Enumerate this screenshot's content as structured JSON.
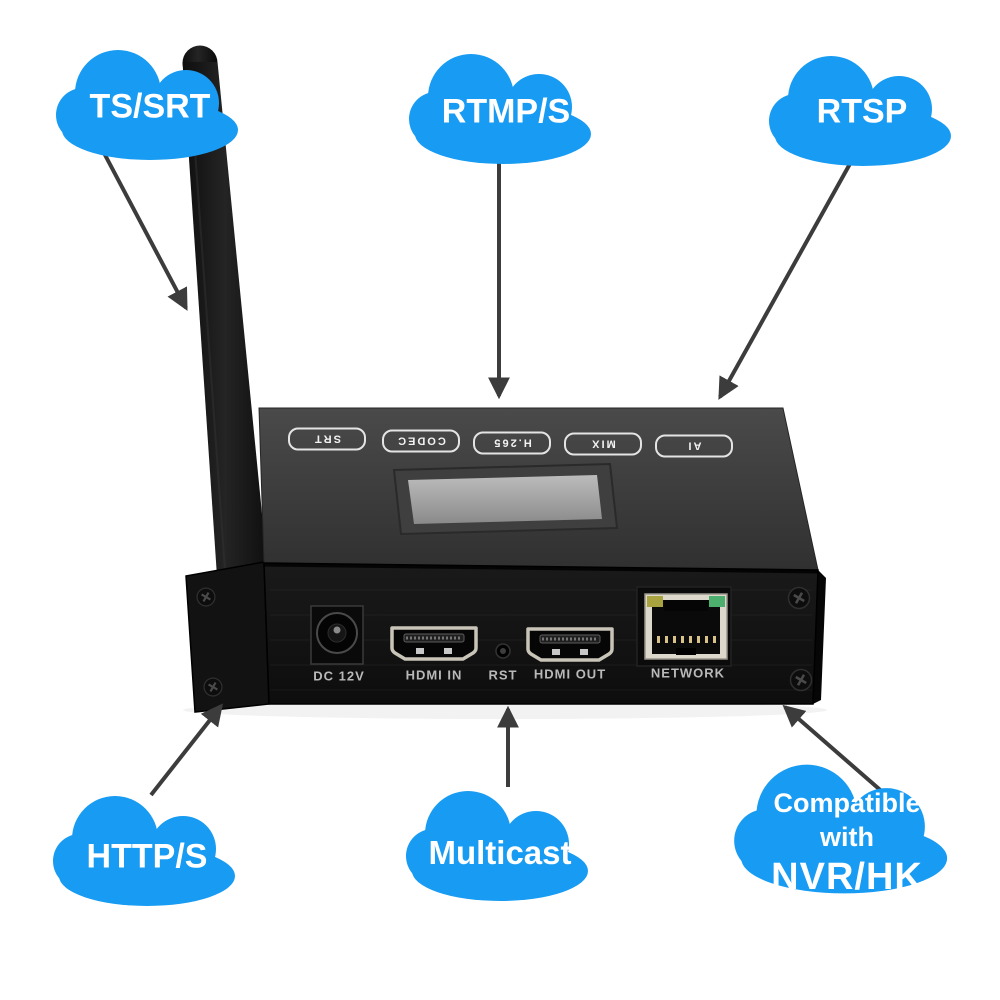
{
  "clouds": {
    "ts_srt": "TS/SRT",
    "rtmp_s": "RTMP/S",
    "rtsp": "RTSP",
    "http_s": "HTTP/S",
    "multicast": "Multicast",
    "compatible_line1": "Compatible",
    "compatible_line2": "with",
    "compatible_line3": "NVR/HK"
  },
  "device": {
    "top_badges": [
      {
        "label": "SRT"
      },
      {
        "label": "CODEC"
      },
      {
        "label": "H.265"
      },
      {
        "label": "MIX"
      },
      {
        "label": "AI"
      }
    ],
    "ports": [
      {
        "label": "DC 12V"
      },
      {
        "label": "HDMI IN"
      },
      {
        "label": "RST"
      },
      {
        "label": "HDMI OUT"
      },
      {
        "label": "NETWORK"
      }
    ]
  },
  "colors": {
    "cloud_blue": "#189bf2",
    "arrow_gray": "#3c3c3c",
    "led_green": "#4caf6e",
    "led_amber": "#a8a23f"
  }
}
